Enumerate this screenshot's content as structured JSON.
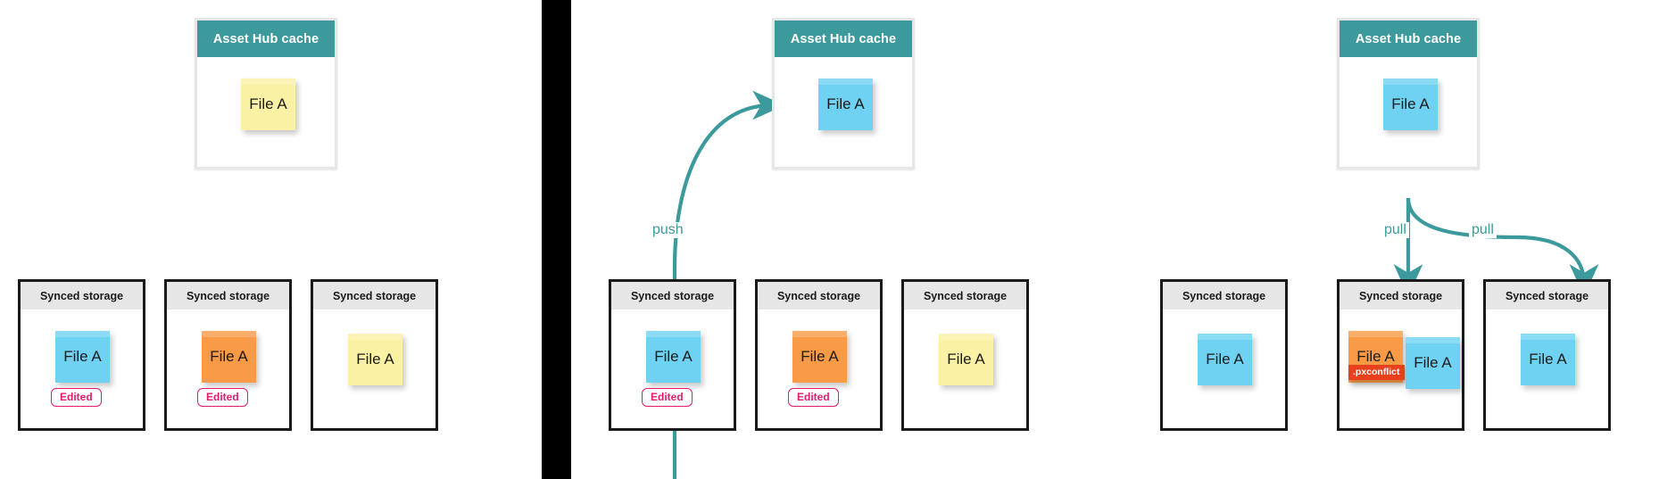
{
  "diagram": {
    "title": "Asset Hub cache push and pull sync with conflict",
    "type": "flow-diagram",
    "accent_color": "#3d9a9c",
    "panel_divider_color": "#000000",
    "note_colors": {
      "yellow": "#fbf1a4",
      "blue": "#6fd2f2",
      "orange": "#f89a46"
    },
    "badge_colors": {
      "edited": "#e31b6d",
      "conflict": "#e8401c"
    }
  },
  "labels": {
    "hub_title": "Asset Hub cache",
    "storage_title": "Synced storage",
    "file_name": "File A",
    "edited": "Edited",
    "conflict": ".pxconflict",
    "push": "push",
    "pull": "pull"
  },
  "panels": [
    {
      "id": "panel-1",
      "hub": {
        "title": "Asset Hub cache",
        "note": {
          "label": "File A",
          "color": "yellow"
        }
      },
      "arrows": [],
      "stores": [
        {
          "id": "p1-store-1",
          "title": "Synced storage",
          "notes": [
            {
              "label": "File A",
              "color": "blue"
            }
          ],
          "badge": "Edited"
        },
        {
          "id": "p1-store-2",
          "title": "Synced storage",
          "notes": [
            {
              "label": "File A",
              "color": "orange"
            }
          ],
          "badge": "Edited"
        },
        {
          "id": "p1-store-3",
          "title": "Synced storage",
          "notes": [
            {
              "label": "File A",
              "color": "yellow"
            }
          ],
          "badge": null
        }
      ]
    },
    {
      "id": "panel-2",
      "hub": {
        "title": "Asset Hub cache",
        "note": {
          "label": "File A",
          "color": "blue"
        }
      },
      "arrows": [
        {
          "label": "push",
          "direction": "up-right",
          "from": "p2-store-1",
          "to": "p2-hub"
        }
      ],
      "stores": [
        {
          "id": "p2-store-1",
          "title": "Synced storage",
          "notes": [
            {
              "label": "File A",
              "color": "blue"
            }
          ],
          "badge": "Edited"
        },
        {
          "id": "p2-store-2",
          "title": "Synced storage",
          "notes": [
            {
              "label": "File A",
              "color": "orange"
            }
          ],
          "badge": "Edited"
        },
        {
          "id": "p2-store-3",
          "title": "Synced storage",
          "notes": [
            {
              "label": "File A",
              "color": "yellow"
            }
          ],
          "badge": null
        }
      ]
    },
    {
      "id": "panel-3",
      "hub": {
        "title": "Asset Hub cache",
        "note": {
          "label": "File A",
          "color": "blue"
        }
      },
      "arrows": [
        {
          "label": "pull",
          "direction": "down",
          "from": "p3-hub",
          "to": "p3-store-2"
        },
        {
          "label": "pull",
          "direction": "down-right",
          "from": "p3-hub",
          "to": "p3-store-3"
        }
      ],
      "stores": [
        {
          "id": "p3-store-1",
          "title": "Synced storage",
          "notes": [
            {
              "label": "File A",
              "color": "blue"
            }
          ],
          "badge": null
        },
        {
          "id": "p3-store-2",
          "title": "Synced storage",
          "notes": [
            {
              "label": "File A",
              "color": "orange"
            },
            {
              "label": "File A",
              "color": "blue"
            }
          ],
          "badge": ".pxconflict"
        },
        {
          "id": "p3-store-3",
          "title": "Synced storage",
          "notes": [
            {
              "label": "File A",
              "color": "blue"
            }
          ],
          "badge": null
        }
      ]
    }
  ]
}
